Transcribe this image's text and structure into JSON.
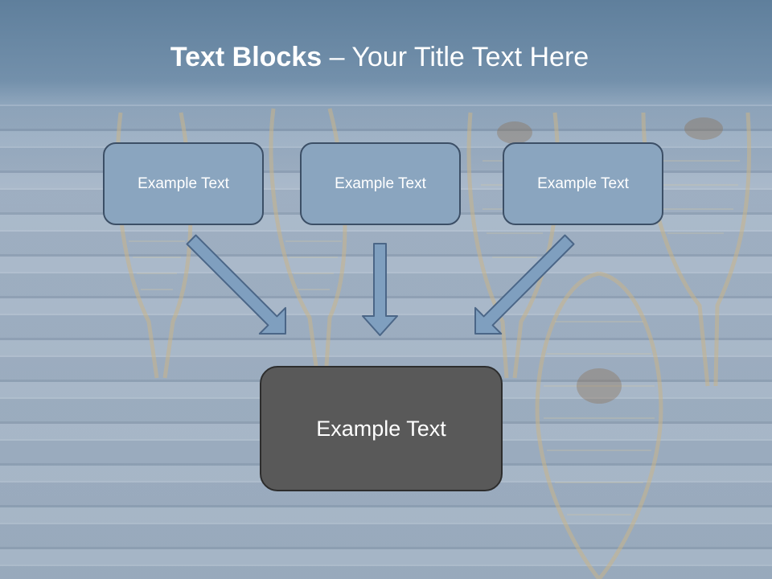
{
  "title": {
    "bold": "Text Blocks",
    "dash": " – ",
    "rest": "Your Title Text Here"
  },
  "blocks": {
    "top_left": "Example Text",
    "top_middle": "Example Text",
    "top_right": "Example Text",
    "bottom": "Example Text"
  },
  "colors": {
    "small_box_fill": "#8aa5bf",
    "small_box_border": "#3c4f66",
    "big_box_fill": "#595959",
    "arrow_fill": "#7f9fbf",
    "arrow_stroke": "#4b6687"
  }
}
